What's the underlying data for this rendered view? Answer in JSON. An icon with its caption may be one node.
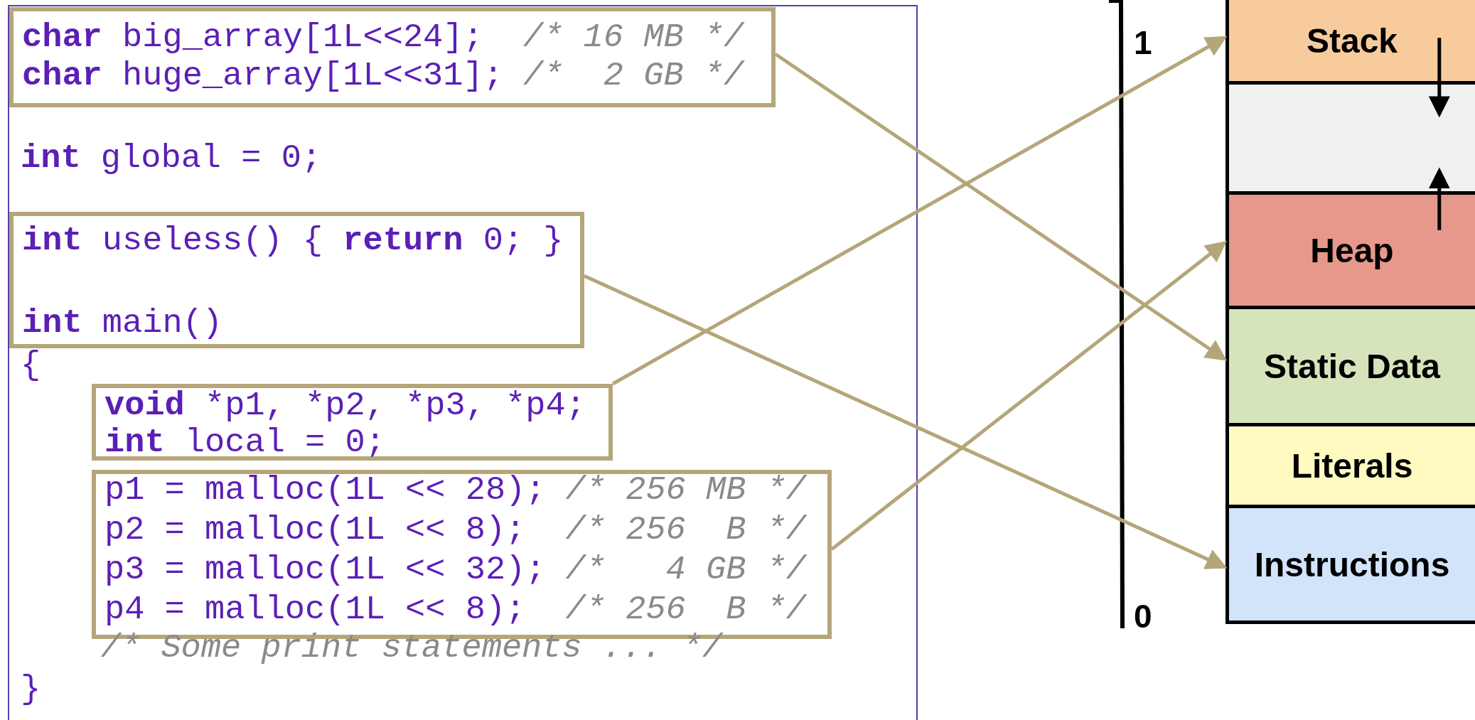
{
  "diagram": {
    "nodes": [
      {
        "text": [
          "int global = 0;",
          "{",
          "/* Some print statements ... */",
          "}"
        ]
      },
      {
        "text": [
          "char big_array[1L<<24];",
          "/* 16 MB */",
          "char huge_array[1L<<31];",
          "/*  2 GB */"
        ],
        "in": 0
      },
      {
        "text": [
          "int useless() { return 0; }",
          "int main()"
        ],
        "in": 0
      },
      {
        "text": [
          "void *p1, *p2, *p3, *p4;",
          "int local = 0;"
        ],
        "in": 0
      },
      {
        "text": [
          "p1 = malloc(1L << 28);",
          "/* 256 MB */",
          "p2 = malloc(1L << 8);",
          "/* 256  B */",
          "p3 = malloc(1L << 32);",
          "/*   4 GB */",
          "p4 = malloc(1L << 8);",
          "/* 256  B */"
        ],
        "in": 0
      },
      {
        "text": [
          "Stack"
        ]
      },
      {
        "text": [],
        "shape": "box"
      },
      {
        "text": [
          "Heap"
        ]
      },
      {
        "text": [
          "Static Data"
        ]
      },
      {
        "text": [
          "Literals"
        ]
      },
      {
        "text": [
          "Instructions"
        ]
      }
    ],
    "edges": [
      {
        "from": 1,
        "to": 8,
        "arrow": "to"
      },
      {
        "from": 2,
        "to": 10,
        "arrow": "to"
      },
      {
        "from": 3,
        "to": 5,
        "arrow": "to"
      },
      {
        "from": 4,
        "to": 7,
        "arrow": "to"
      },
      {
        "from": 5,
        "to": 6,
        "arrow": "to",
        "color": "#000000"
      },
      {
        "from": 7,
        "to": 6,
        "arrow": "to",
        "color": "#000000"
      }
    ],
    "labels": [
      "1",
      "0"
    ]
  }
}
